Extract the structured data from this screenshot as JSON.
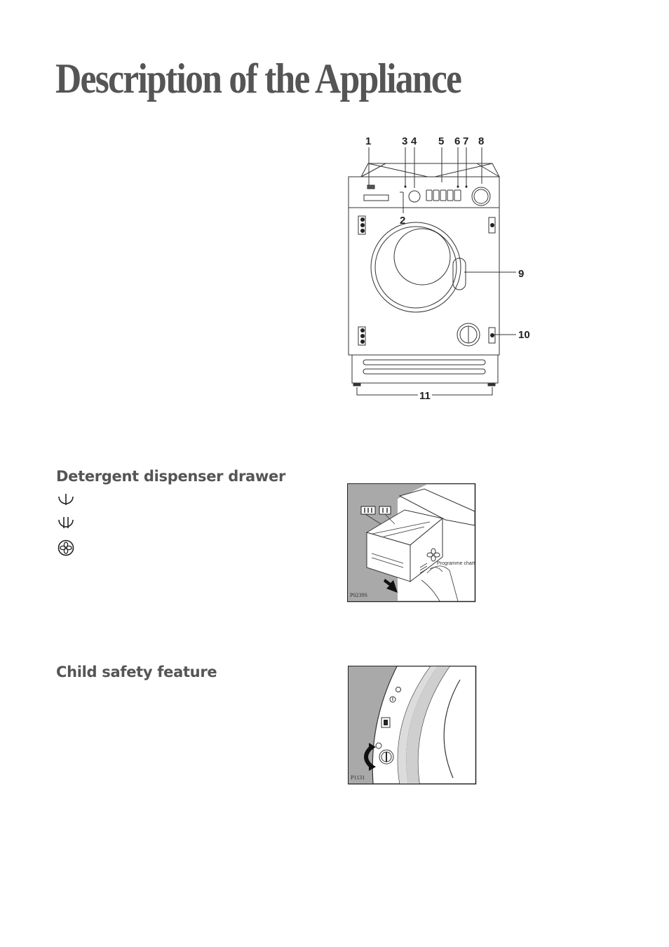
{
  "page": {
    "title": "Description of the Appliance"
  },
  "appliance_diagram": {
    "callouts": [
      "1",
      "3",
      "4",
      "5",
      "6",
      "7",
      "8",
      "2",
      "9",
      "10",
      "11"
    ]
  },
  "detergent_section": {
    "heading": "Detergent dispenser drawer",
    "symbols": [
      "prewash-compartment-icon",
      "main-wash-compartment-icon",
      "softener-compartment-icon"
    ]
  },
  "drawer_figure": {
    "caption": "Programme chart",
    "code": "P0239S"
  },
  "child_section": {
    "heading": "Child safety feature"
  },
  "child_figure": {
    "code": "P1131"
  }
}
